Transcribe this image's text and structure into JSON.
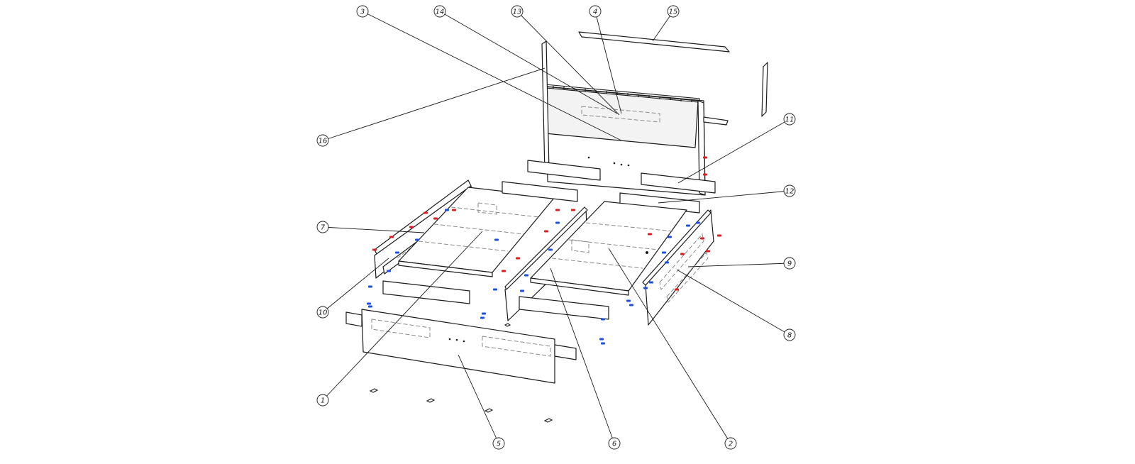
{
  "colors": {
    "line": "#1a1a1a",
    "hidden_line": "#8a8a8a",
    "fitting_red": "#d62020",
    "fitting_blue": "#1f4fd6"
  },
  "callouts": [
    "1",
    "2",
    "3",
    "4",
    "5",
    "6",
    "7",
    "8",
    "9",
    "10",
    "11",
    "12",
    "13",
    "14",
    "15",
    "16"
  ]
}
